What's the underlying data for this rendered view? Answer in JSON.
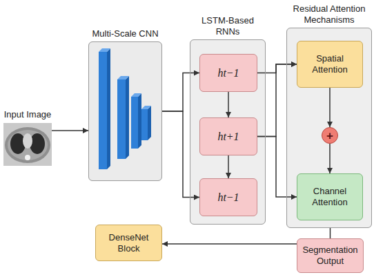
{
  "diagram": {
    "nodes": [
      {
        "text": [
          "Input Image"
        ]
      },
      {
        "text": [
          "Multi-Scale CNN"
        ]
      },
      {
        "text": [
          "LSTM-Based RNNs"
        ]
      },
      {
        "text": [
          "ht−1"
        ],
        "in": 2
      },
      {
        "text": [
          "ht+1"
        ],
        "in": 2
      },
      {
        "text": [
          "ht−1"
        ],
        "in": 2
      },
      {
        "text": [
          "Residual Attention Mechanisms"
        ]
      },
      {
        "text": [
          "Spatial Attention"
        ],
        "in": 6
      },
      {
        "text": [
          "+"
        ],
        "in": 6
      },
      {
        "text": [
          "Channel Attention"
        ],
        "in": 6
      },
      {
        "text": [
          "DenseNet Block"
        ]
      },
      {
        "text": [
          "Segmentation Output"
        ]
      }
    ],
    "edges": [
      {
        "from": 0,
        "to": 1,
        "arrow": "to"
      },
      {
        "from": 1,
        "to": 3,
        "arrow": "to"
      },
      {
        "from": 1,
        "to": 5,
        "arrow": "to"
      },
      {
        "from": 3,
        "to": 4,
        "arrow": "to"
      },
      {
        "from": 4,
        "to": 5,
        "arrow": "to"
      },
      {
        "from": 3,
        "to": 7,
        "arrow": "to"
      },
      {
        "from": 4,
        "to": 7,
        "arrow": "to"
      },
      {
        "from": 4,
        "to": 9,
        "arrow": "to"
      },
      {
        "from": 7,
        "to": 8,
        "arrow": "to"
      },
      {
        "from": 8,
        "to": 9,
        "arrow": "to"
      },
      {
        "from": 6,
        "to": 11,
        "arrow": "none"
      },
      {
        "from": 11,
        "to": 10,
        "arrow": "to"
      }
    ]
  }
}
